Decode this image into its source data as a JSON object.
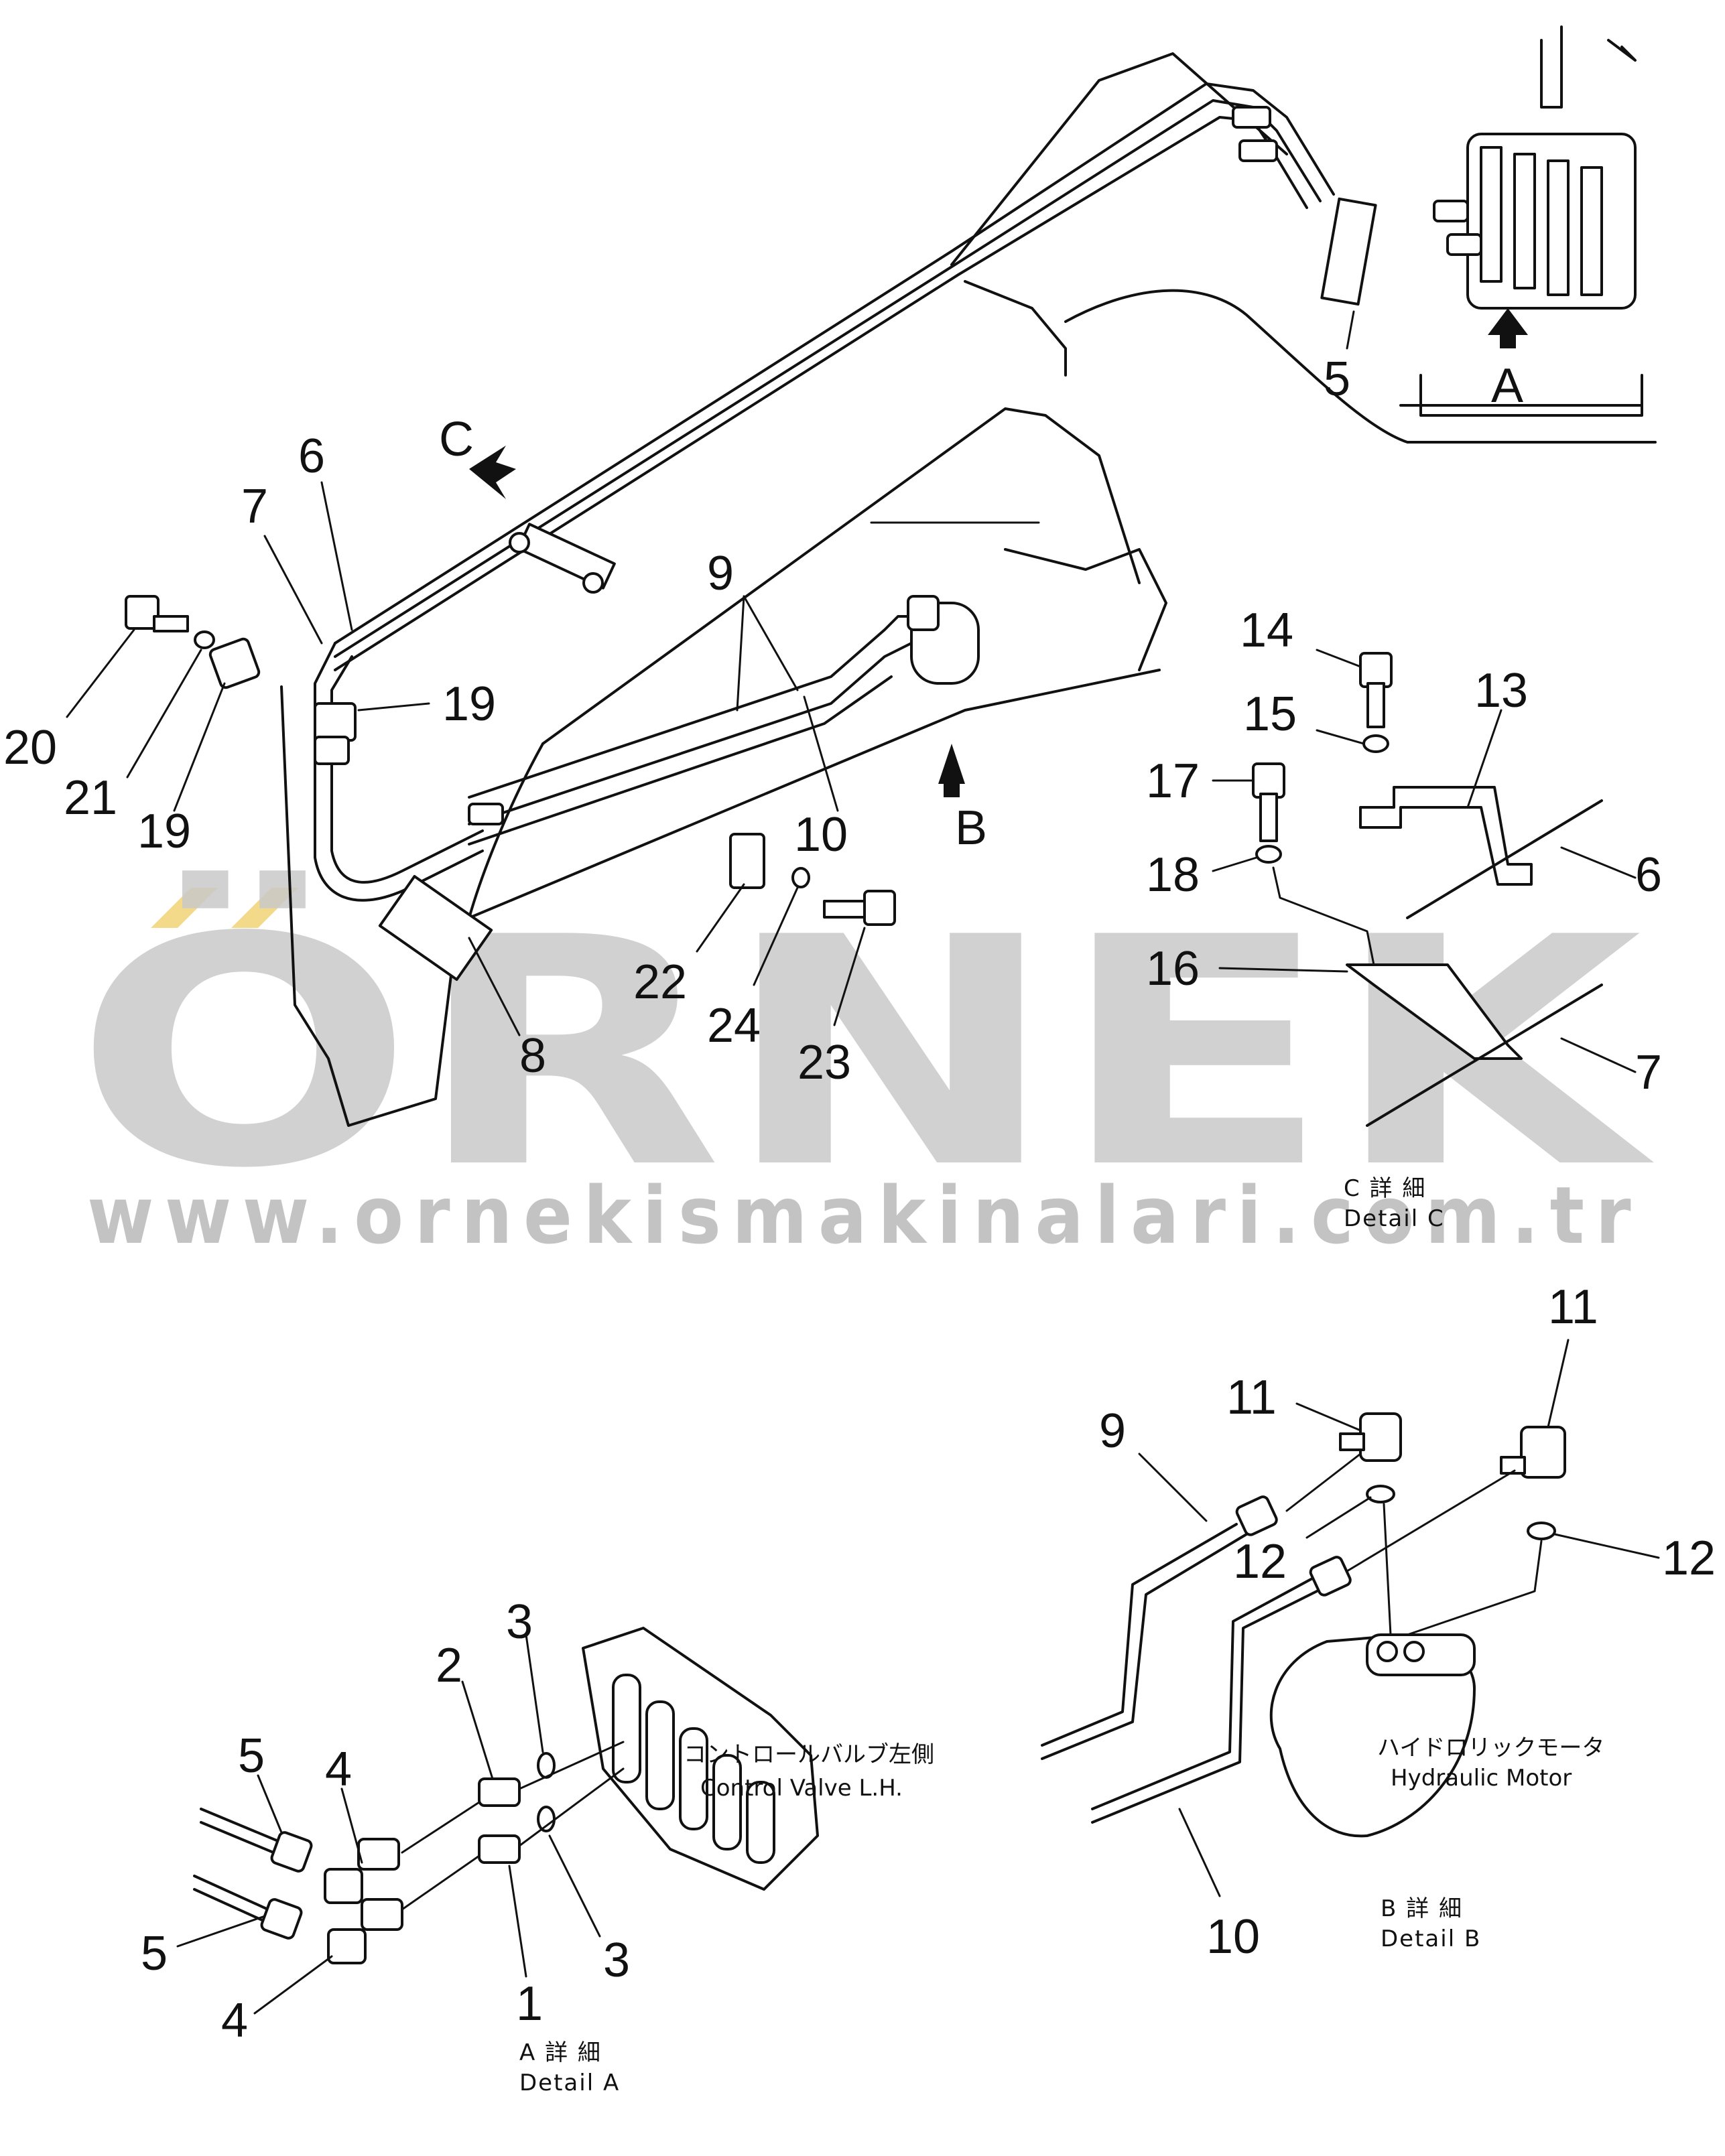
{
  "watermark": {
    "brand": "ÖRNEK",
    "url": "www.ornekismakinalari.com.tr",
    "brand_color": "#c9c9c9",
    "accent_color": "#f3d98a"
  },
  "view_letters": {
    "a": "A",
    "b": "B",
    "c": "C"
  },
  "callouts": {
    "main": [
      "5",
      "6",
      "7",
      "8",
      "9",
      "10",
      "19",
      "19",
      "20",
      "21",
      "22",
      "23",
      "24"
    ],
    "detail_c": [
      "14",
      "15",
      "13",
      "17",
      "18",
      "6",
      "16",
      "7"
    ],
    "detail_b": [
      "9",
      "11",
      "11",
      "12",
      "12",
      "10"
    ],
    "detail_a": [
      "3",
      "2",
      "5",
      "4",
      "5",
      "4",
      "1",
      "3"
    ]
  },
  "details": {
    "c": {
      "jp": "C 詳 細",
      "en": "Detail C"
    },
    "b": {
      "jp": "B 詳 細",
      "en": "Detail B"
    },
    "a": {
      "jp": "A 詳 細",
      "en": "Detail A"
    }
  },
  "captions": {
    "control_valve_jp": "コントロールバルブ左側",
    "control_valve_en": "Control Valve L.H.",
    "hydraulic_motor_jp": "ハイドロリックモータ",
    "hydraulic_motor_en": "Hydraulic Motor"
  }
}
